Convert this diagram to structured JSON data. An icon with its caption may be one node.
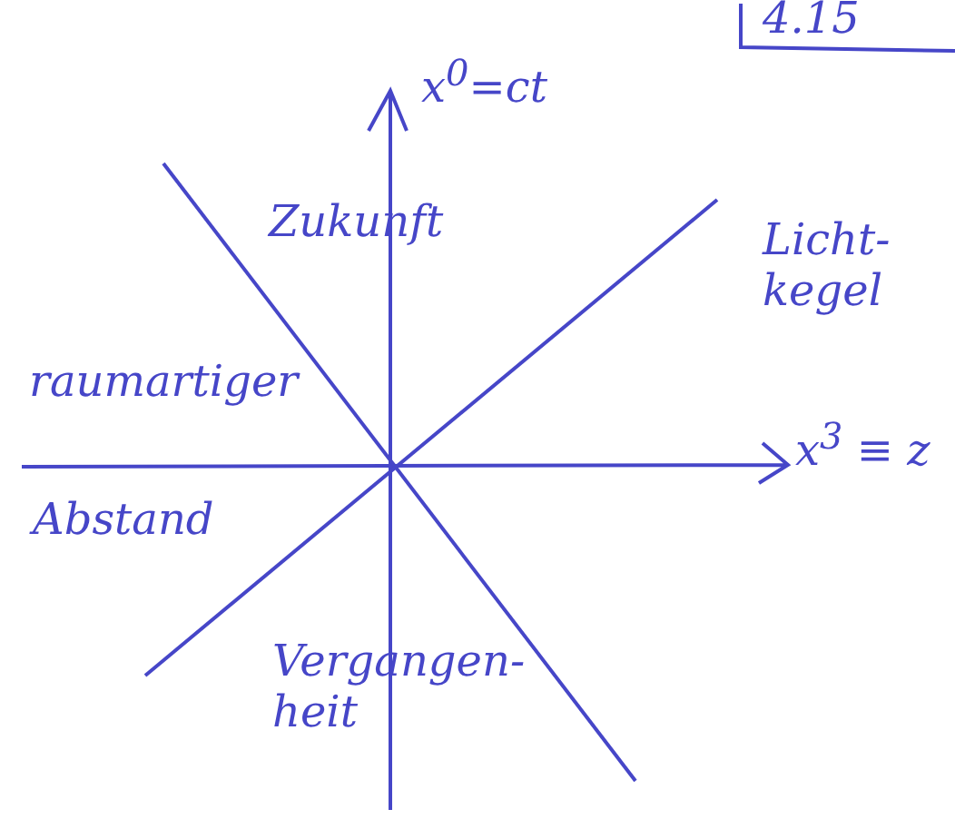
{
  "diagram": {
    "labels": [
      "4.15",
      "x$^{0}$=ct",
      "Zukunft",
      "Licht- kegel",
      "raumartiger",
      "Abstand",
      "x$^{3}$ ≡ z",
      "Vergangen- heit"
    ]
  }
}
